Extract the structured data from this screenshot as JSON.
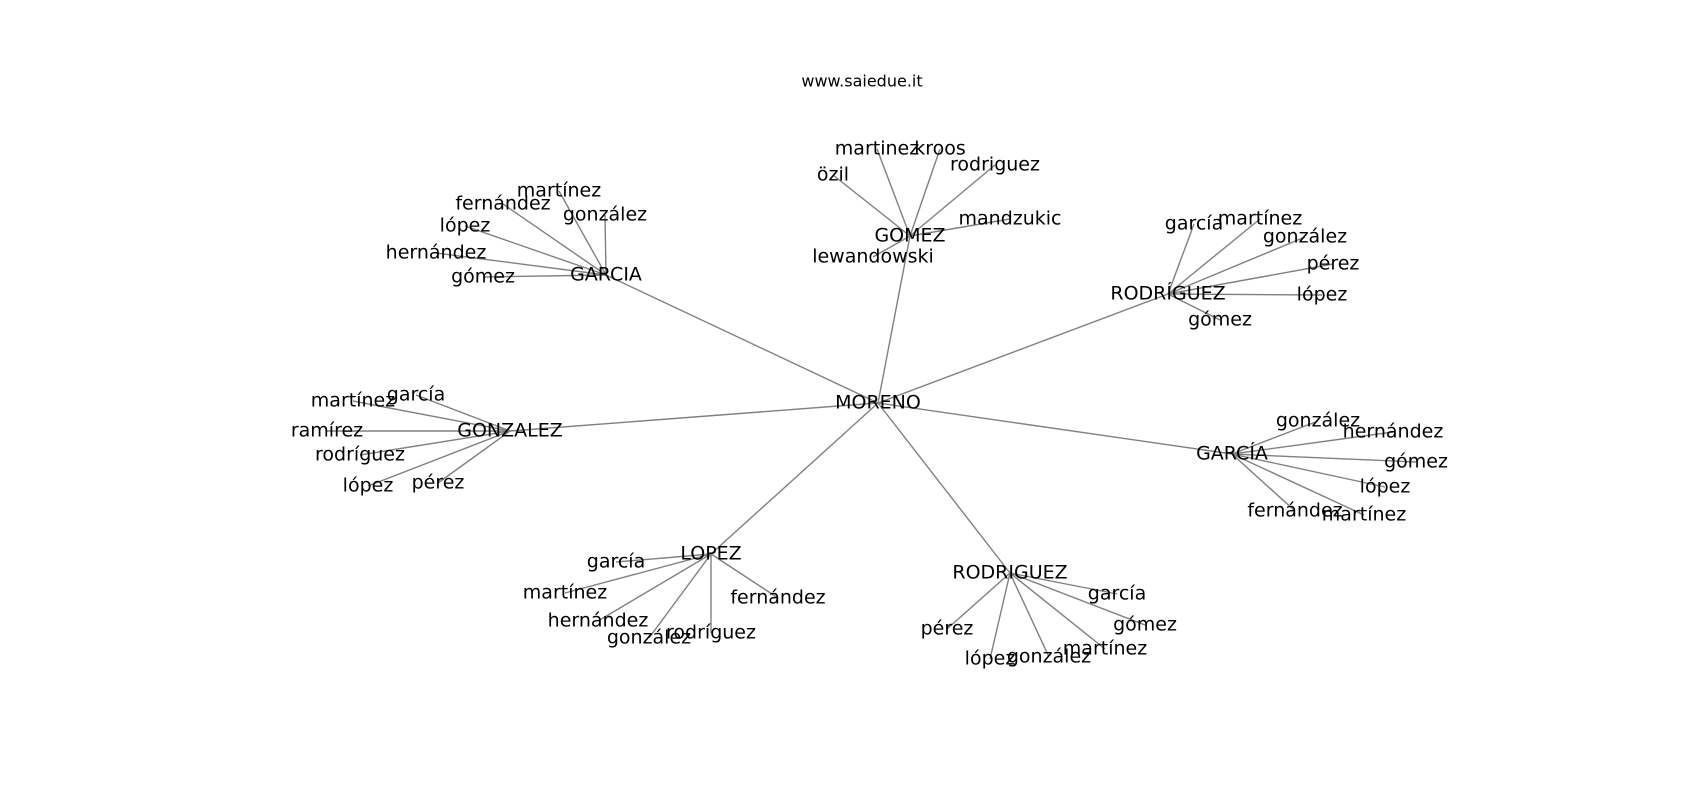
{
  "title": "www.saiedue.it",
  "colors": {
    "edge": "#808080",
    "text": "#000000",
    "background": "#ffffff"
  },
  "root": "MORENO",
  "clusters": [
    {
      "id": "gomez",
      "label": "GOMEZ",
      "leaves": [
        "martinez",
        "kroos",
        "rodriguez",
        "özil",
        "mandzukic",
        "lewandowski"
      ]
    },
    {
      "id": "garcia-plain",
      "label": "GARCIA",
      "leaves": [
        "martínez",
        "fernández",
        "gonzález",
        "lópez",
        "hernández",
        "gómez"
      ]
    },
    {
      "id": "rodriguez-accent",
      "label": "RODRÍGUEZ",
      "leaves": [
        "garcía",
        "martínez",
        "gonzález",
        "pérez",
        "lópez",
        "gómez"
      ]
    },
    {
      "id": "gonzalez",
      "label": "GONZALEZ",
      "leaves": [
        "martínez",
        "garcía",
        "ramírez",
        "rodríguez",
        "lópez",
        "pérez"
      ]
    },
    {
      "id": "garcia-accent",
      "label": "GARCÍA",
      "leaves": [
        "gonzález",
        "hernández",
        "gómez",
        "lópez",
        "fernández",
        "martínez"
      ]
    },
    {
      "id": "lopez",
      "label": "LOPEZ",
      "leaves": [
        "garcía",
        "martínez",
        "fernández",
        "hernández",
        "gonzález",
        "rodríguez"
      ]
    },
    {
      "id": "rodriguez-plain",
      "label": "RODRIGUEZ",
      "leaves": [
        "garcía",
        "pérez",
        "gómez",
        "lópez",
        "gonzález",
        "martínez"
      ]
    }
  ]
}
